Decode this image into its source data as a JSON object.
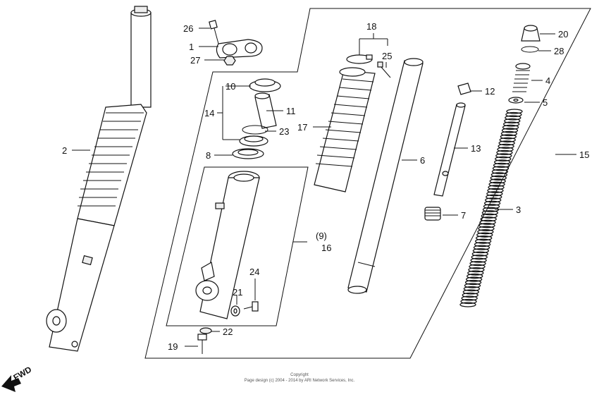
{
  "labels": {
    "l1": "1",
    "l2": "2",
    "l3": "3",
    "l4": "4",
    "l5": "5",
    "l6": "6",
    "l7": "7",
    "l8": "8",
    "l9": "(9)",
    "l10": "10",
    "l11": "11",
    "l12": "12",
    "l13": "13",
    "l14": "14",
    "l15": "15",
    "l16": "16",
    "l17": "17",
    "l18": "18",
    "l19": "19",
    "l20": "20",
    "l21": "21",
    "l22": "22",
    "l23": "23",
    "l24": "24",
    "l25": "25",
    "l26": "26",
    "l27": "27",
    "l28": "28"
  },
  "fwd": "FWD",
  "copyright": {
    "line1": "Copyright",
    "line2": "Page design (c) 2004 - 2014 by ARI Network Services, Inc."
  }
}
